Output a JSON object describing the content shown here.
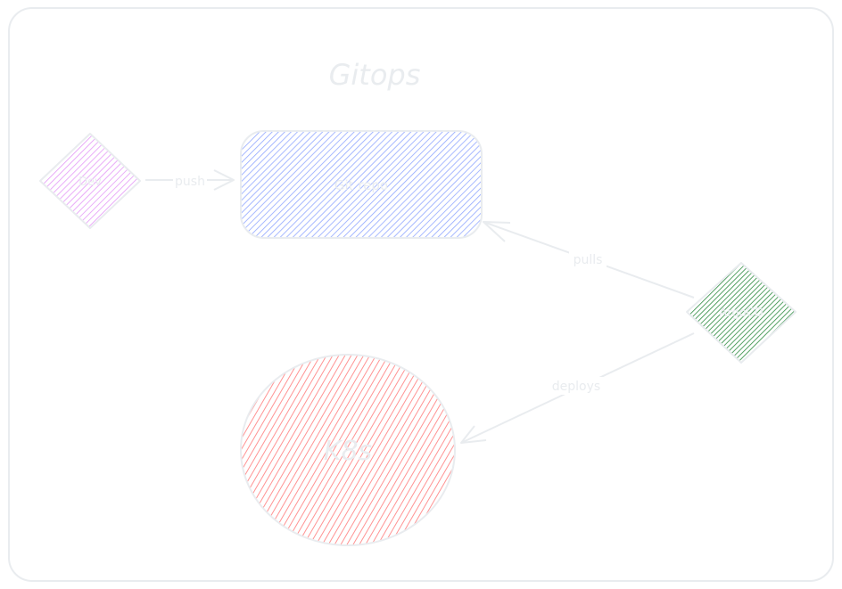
{
  "diagram": {
    "title": "Gitops",
    "nodes": {
      "dev": {
        "label": "Dev",
        "color": "#e599f7"
      },
      "git_repo": {
        "label": "Git repo",
        "color": "#91a7ff"
      },
      "argocd": {
        "label": "ArgoCD",
        "color": "#2b8a3e"
      },
      "k8s": {
        "label": "K8s",
        "color": "#ff8787"
      }
    },
    "edges": {
      "push": {
        "label": "push"
      },
      "pulls": {
        "label": "pulls"
      },
      "deploys": {
        "label": "deploys"
      }
    },
    "colors": {
      "stroke": "#e9ecef",
      "text": "#e9ecef",
      "frame": "#e9ecef",
      "background": "#ffffff"
    }
  }
}
